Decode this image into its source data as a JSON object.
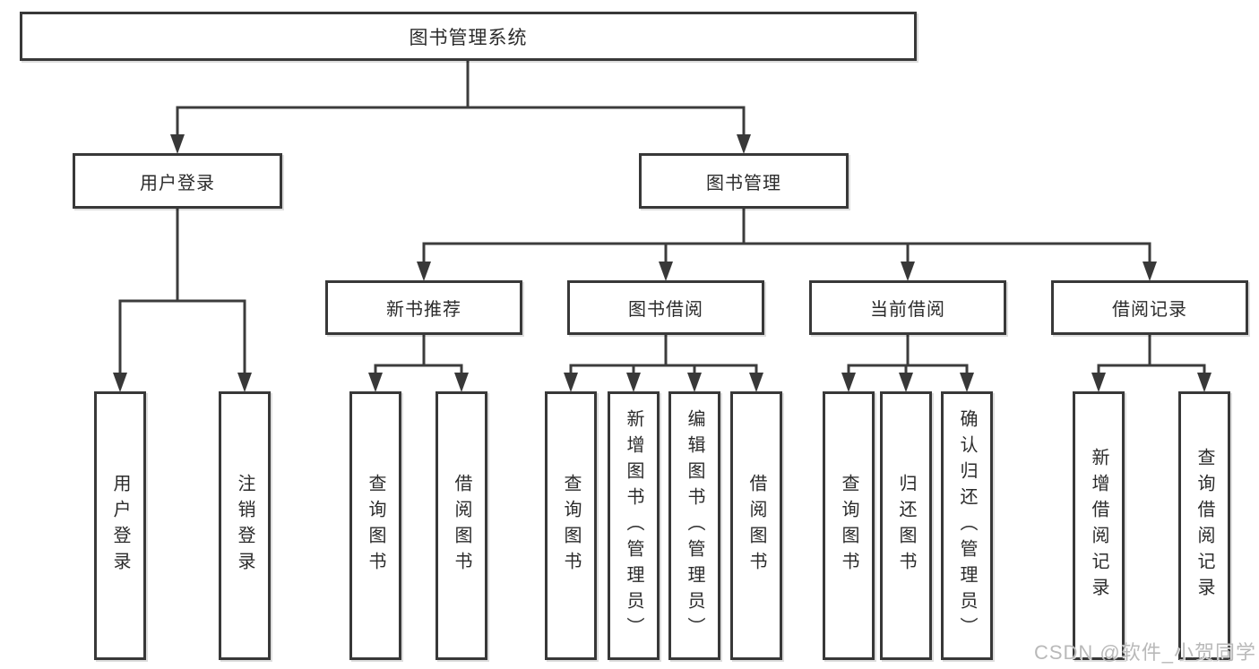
{
  "diagram": {
    "root": {
      "label": "图书管理系统"
    },
    "level2": [
      {
        "label": "用户登录"
      },
      {
        "label": "图书管理"
      }
    ],
    "level3": [
      {
        "label": "新书推荐"
      },
      {
        "label": "图书借阅"
      },
      {
        "label": "当前借阅"
      },
      {
        "label": "借阅记录"
      }
    ],
    "leaves": [
      {
        "label": "用户登录"
      },
      {
        "label": "注销登录"
      },
      {
        "label": "查询图书"
      },
      {
        "label": "借阅图书"
      },
      {
        "label": "查询图书"
      },
      {
        "label": "新增图书（管理员）"
      },
      {
        "label": "编辑图书（管理员）"
      },
      {
        "label": "借阅图书"
      },
      {
        "label": "查询图书"
      },
      {
        "label": "归还图书"
      },
      {
        "label": "确认归还（管理员）"
      },
      {
        "label": "新增借阅记录"
      },
      {
        "label": "查询借阅记录"
      }
    ]
  },
  "watermark": {
    "text": "CSDN @软件_小贺同学"
  },
  "colors": {
    "background": "#ffffff",
    "line": "#3c3c3c",
    "box_border": "#383838",
    "text": "#2b2b2b",
    "watermark": "#b9b9b9"
  }
}
